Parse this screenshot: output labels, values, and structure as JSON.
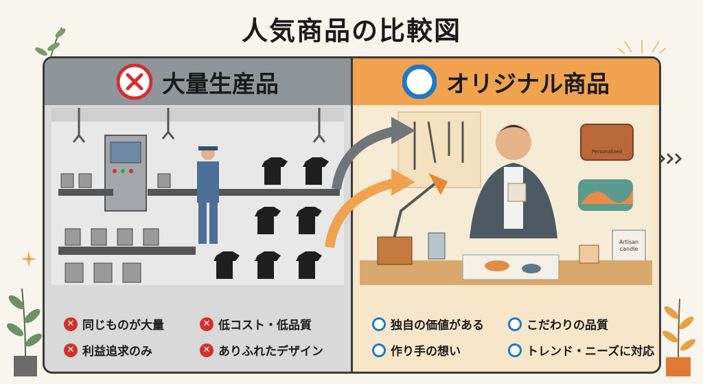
{
  "title": "人気商品の比較図",
  "left": {
    "heading": "大量生産品",
    "bullets": [
      "同じものが大量",
      "低コスト・低品質",
      "利益追求のみ",
      "ありふれたデザイン"
    ]
  },
  "right": {
    "heading": "オリジナル商品",
    "bullets": [
      "独自の価値がある",
      "こだわりの品質",
      "作り手の想い",
      "トレンド・ニーズに対応"
    ],
    "wallet_text": "Personalized",
    "candle_text_1": "Artisan",
    "candle_text_2": "candle"
  },
  "colors": {
    "x_mark": "#d32f2f",
    "o_mark": "#1f78c8",
    "left_header": "#8f9599",
    "right_header": "#f0a24f"
  },
  "icons": [
    "x-circle-icon",
    "o-circle-icon",
    "arrow-icon",
    "chevron-right-icon",
    "plant-icon",
    "sparkle-icon"
  ]
}
